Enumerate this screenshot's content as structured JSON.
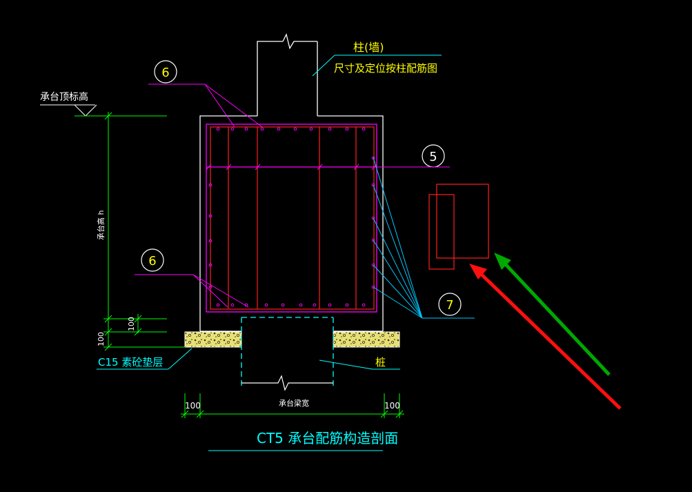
{
  "labels": {
    "column_wall": "柱(墙)",
    "column_note": "尺寸及定位按柱配筋图",
    "top_elevation": "承台顶标高",
    "cap_height": "承台高 h",
    "dim_100_v": "100",
    "dim_100_v2": "100",
    "cushion": "C15 素砼垫层",
    "pile": "桩",
    "dim_100_left": "100",
    "dim_100_right": "100",
    "cap_beam_width": "承台梁宽",
    "title": "CT5 承台配筋构造剖面"
  },
  "markers": {
    "m6_top": "6",
    "m6_bottom": "6",
    "m5": "5",
    "m7": "7"
  },
  "colors": {
    "background": "#000000",
    "concrete_outline": "#ffffff",
    "stirrup_magenta": "#ff00ff",
    "rebar_red": "#ff2020",
    "leader_cyan": "#00c8ff",
    "dim_green": "#00ff00",
    "text_yellow": "#ffff00",
    "text_cyan": "#00ffff",
    "arrow_green": "#00b000",
    "arrow_red": "#ff1010"
  }
}
